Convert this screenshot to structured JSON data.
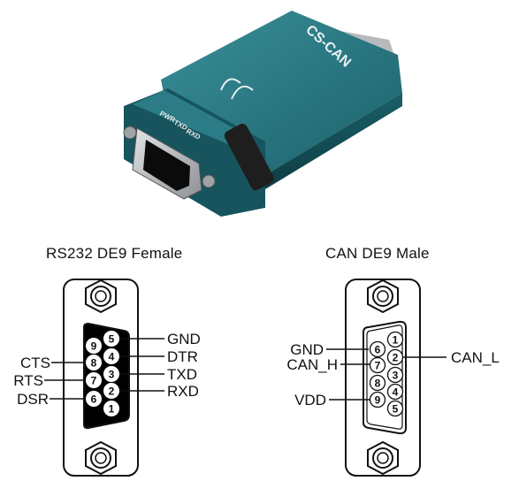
{
  "device": {
    "brand_label": "CS-CAN",
    "leds": [
      "PWR",
      "TXD",
      "RXD"
    ],
    "colors": {
      "body": "#1f6f7a",
      "body_dark": "#0f4a53",
      "metal": "#b9bcbf"
    }
  },
  "rs232": {
    "title": "RS232 DE9 Female",
    "labels": {
      "gnd": "GND",
      "dtr": "DTR",
      "txd": "TXD",
      "rxd": "RXD",
      "cts": "CTS",
      "rts": "RTS",
      "dsr": "DSR"
    },
    "pins": [
      "5",
      "4",
      "3",
      "2",
      "1",
      "9",
      "8",
      "7",
      "6"
    ]
  },
  "can": {
    "title": "CAN DE9 Male",
    "labels": {
      "gnd": "GND",
      "can_h": "CAN_H",
      "vdd": "VDD",
      "can_l": "CAN_L"
    },
    "pins": [
      "1",
      "2",
      "3",
      "4",
      "5",
      "6",
      "7",
      "8",
      "9"
    ]
  }
}
